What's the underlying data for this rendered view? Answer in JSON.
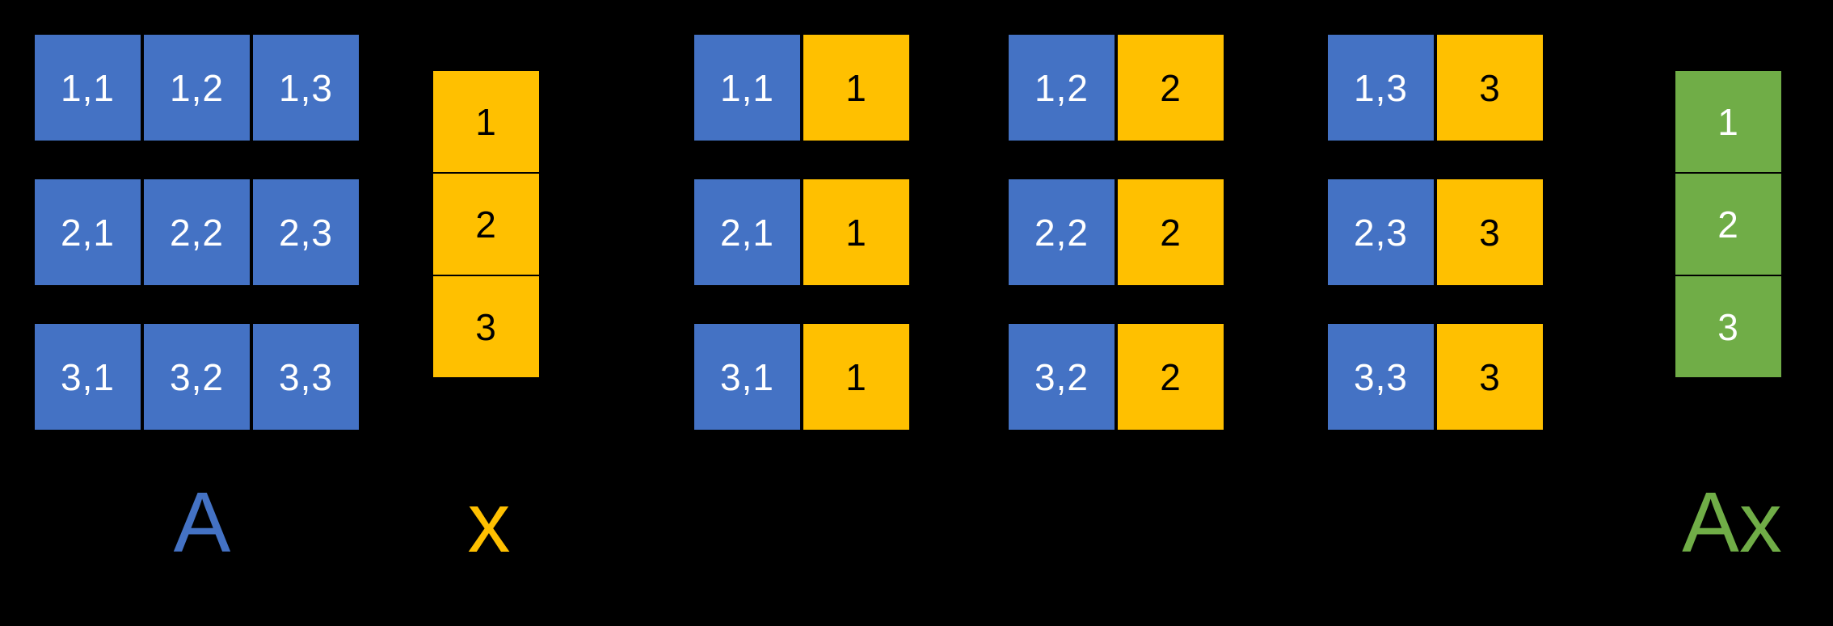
{
  "colors": {
    "bg": "#000000",
    "blue": "#4472C4",
    "gold": "#FFC000",
    "green": "#70AD47",
    "text_on_blue": "#FFFFFF",
    "text_on_gold": "#000000",
    "text_on_green": "#FFFFFF"
  },
  "matrix_a": {
    "label": "A",
    "rows": [
      [
        "1,1",
        "1,2",
        "1,3"
      ],
      [
        "2,1",
        "2,2",
        "2,3"
      ],
      [
        "3,1",
        "3,2",
        "3,3"
      ]
    ]
  },
  "vector_x": {
    "label": "x",
    "cells": [
      "1",
      "2",
      "3"
    ]
  },
  "products": {
    "columns": [
      {
        "pairs": [
          [
            "1,1",
            "1"
          ],
          [
            "2,1",
            "1"
          ],
          [
            "3,1",
            "1"
          ]
        ]
      },
      {
        "pairs": [
          [
            "1,2",
            "2"
          ],
          [
            "2,2",
            "2"
          ],
          [
            "3,2",
            "2"
          ]
        ]
      },
      {
        "pairs": [
          [
            "1,3",
            "3"
          ],
          [
            "2,3",
            "3"
          ],
          [
            "3,3",
            "3"
          ]
        ]
      }
    ]
  },
  "vector_ax": {
    "label": "Ax",
    "cells": [
      "1",
      "2",
      "3"
    ]
  }
}
